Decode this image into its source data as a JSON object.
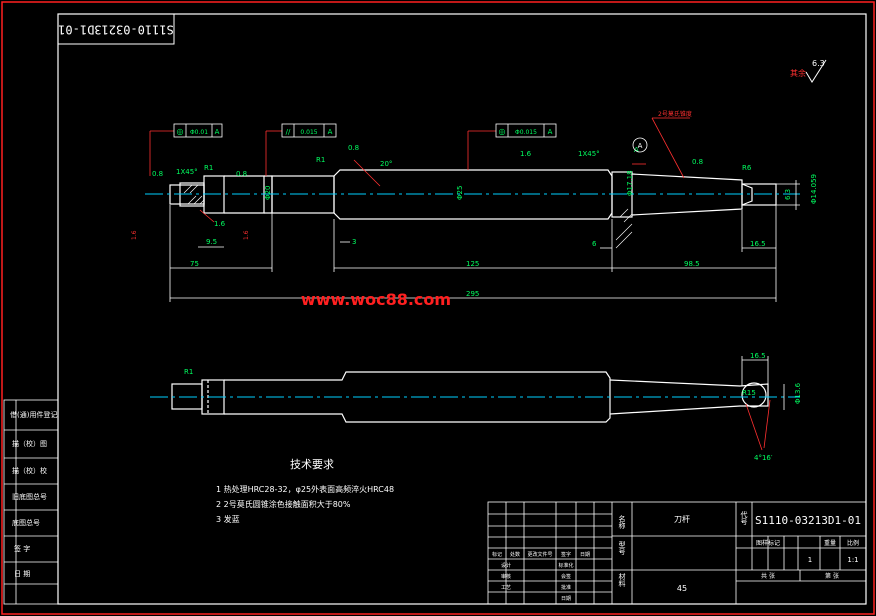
{
  "drawing_number_rotated": "S1110-03213D1-01",
  "watermark": "www.woc88.com",
  "roughness": {
    "general_label": "其余",
    "general_value": "6.3"
  },
  "tolerances": {
    "frame1": {
      "sym": "◎",
      "val": "Φ0.01",
      "datum": "A"
    },
    "frame2": {
      "sym": "//",
      "val": "0.015",
      "datum": "A"
    },
    "frame3": {
      "sym": "◎",
      "val": "Φ0.015",
      "datum": "A"
    }
  },
  "datum_a": "A",
  "datum_circle": "A",
  "dims": {
    "chamfer1": "1X45°",
    "chamfer2": "1X45°",
    "r1a": "R1",
    "r1b": "R1",
    "r1c": "R1",
    "r15": "R15",
    "r6": "R6",
    "angle20": "20°",
    "l75": "75",
    "l125": "125",
    "l985": "98.5",
    "l295": "295",
    "l3": "3",
    "l6": "6",
    "l95": "9.5",
    "l165": "16.5",
    "l165b": "16.5",
    "l63": "6.3",
    "r08": "0.8",
    "r08b": "0.8",
    "r08c": "0.8",
    "r08d": "0.8",
    "r16": "1.6",
    "r16b": "1.6",
    "r16c": "1.6",
    "r16d": "1.6",
    "d20": "Φ20",
    "d17": "Φ17.18",
    "d14": "Φ14.059",
    "d136": "Φ13.6",
    "d25": "Φ25",
    "cone_label": "2号莫氏锥度",
    "angle_bottom": "4°16′"
  },
  "tech_req": {
    "title": "技术要求",
    "items": [
      "1  热处理HRC28-32，φ25外表面高频淬火HRC48",
      "2  2号莫氏圆锥涂色接触面积大于80%",
      "3  发蓝"
    ]
  },
  "side_table": [
    "借(通)用件登记",
    "描（校）图",
    "描（校）校",
    "旧底图总号",
    "底图总号",
    "签  字",
    "日  期"
  ],
  "title_block": {
    "name_label": "名称",
    "name": "刀杆",
    "code_label": "代号",
    "code": "S1110-03213D1-01",
    "material_label": "材料",
    "material": "45",
    "model_label": "型号",
    "stage_label": "图样标记",
    "weight_label": "重量",
    "scale_label": "比例",
    "scale": "1:1",
    "qty": "1",
    "sheet_label": "共    张",
    "sheet2_label": "第    张",
    "rev_headers": [
      "标记",
      "处数",
      "更改文件号",
      "签字",
      "日期"
    ],
    "roles": [
      [
        "设计",
        "标准化"
      ],
      [
        "审核",
        "会签"
      ],
      [
        "工艺",
        "批准"
      ],
      [
        "",
        "日期"
      ]
    ]
  }
}
